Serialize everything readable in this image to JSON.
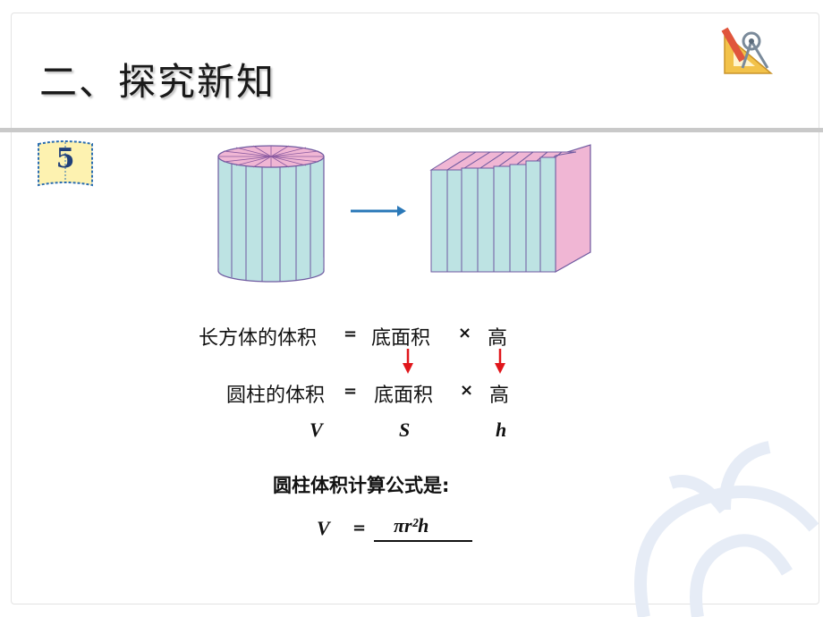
{
  "header": {
    "title": "二、探究新知"
  },
  "badge": {
    "number": "5"
  },
  "equation1": {
    "lhs": "长方体的体积",
    "eq": "=",
    "base": "底面积",
    "times": "×",
    "height": "高"
  },
  "equation2": {
    "lhs": "圆柱的体积",
    "eq": "=",
    "base": "底面积",
    "times": "×",
    "height": "高"
  },
  "variables": {
    "v": "V",
    "s": "S",
    "h": "h"
  },
  "formula": {
    "heading": "圆柱体积计算公式是:",
    "lhs": "V",
    "eq": "=",
    "rhs": "πr²h"
  },
  "colors": {
    "cylinder_side": "#bde3e3",
    "cylinder_top": "#f0b6d4",
    "stroke": "#6f5aa0",
    "arrow_blue": "#2a78b8",
    "arrow_red": "#e0161b"
  }
}
